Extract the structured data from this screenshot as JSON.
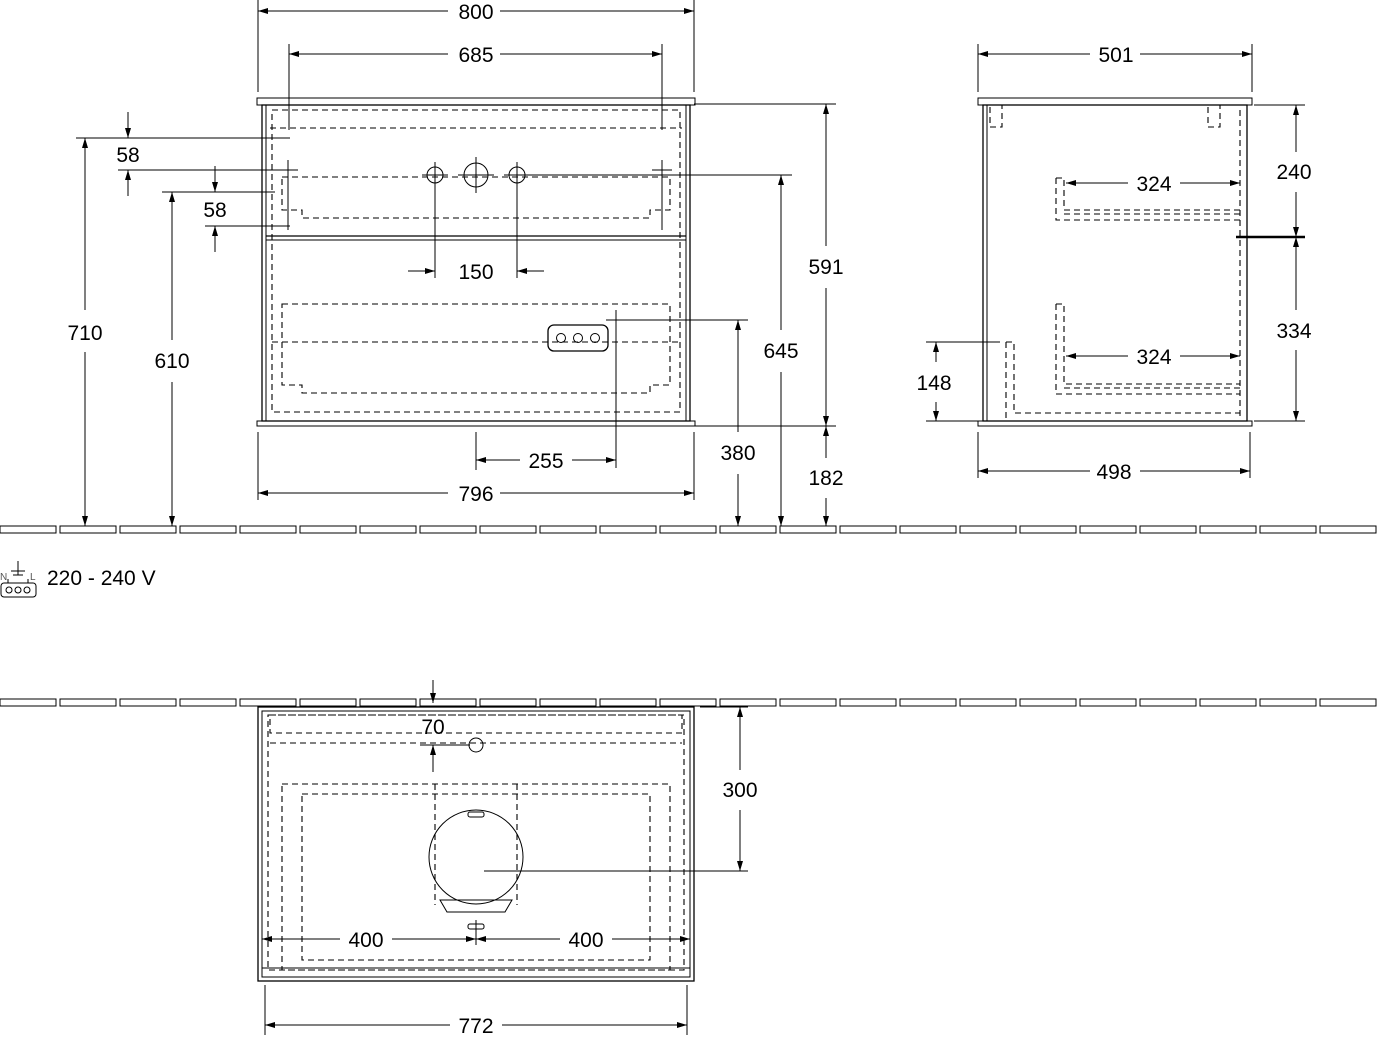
{
  "dimensions": {
    "front": {
      "overall_width": "800",
      "inner_width": "685",
      "top_offset_a": "58",
      "top_offset_b": "58",
      "height_710": "710",
      "height_610": "610",
      "tap_spacing": "150",
      "height_591": "591",
      "height_645": "645",
      "socket_offset": "255",
      "height_380": "380",
      "height_182": "182",
      "bottom_width": "796"
    },
    "side": {
      "depth_top": "501",
      "depth_bottom": "498",
      "height_240": "240",
      "height_334": "334",
      "height_148": "148",
      "shelf_upper": "324",
      "shelf_lower": "324"
    },
    "plan": {
      "offset_70": "70",
      "depth_300": "300",
      "left_400": "400",
      "right_400": "400",
      "width_772": "772"
    }
  },
  "power": {
    "voltage": "220 - 240 V",
    "symbol_n": "N",
    "symbol_l": "L"
  }
}
